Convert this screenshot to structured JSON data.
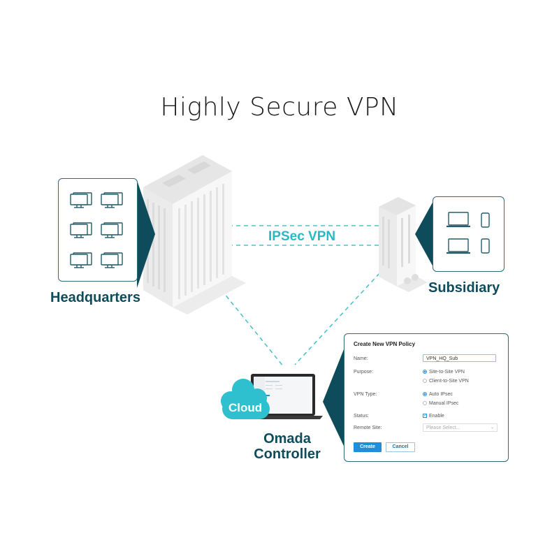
{
  "title": "Highly Secure VPN",
  "connection_label": "IPSec VPN",
  "sites": {
    "headquarters": {
      "label": "Headquarters",
      "devices": [
        "desktop",
        "desktop",
        "desktop",
        "desktop",
        "desktop",
        "desktop"
      ]
    },
    "subsidiary": {
      "label": "Subsidiary",
      "devices": [
        "laptop",
        "phone",
        "laptop",
        "phone"
      ]
    }
  },
  "controller": {
    "cloud_label": "Cloud",
    "label_line1": "Omada",
    "label_line2": "Controller"
  },
  "dialog": {
    "title": "Create New VPN Policy",
    "name_label": "Name:",
    "name_value": "VPN_HQ_Sub",
    "purpose_label": "Purpose:",
    "purpose_options": [
      "Site-to-Site VPN",
      "Client-to-Site VPN"
    ],
    "purpose_selected": "Site-to-Site VPN",
    "vpn_type_label": "VPN Type:",
    "vpn_type_options": [
      "Auto IPsec",
      "Manual IPsec"
    ],
    "vpn_type_selected": "Auto IPsec",
    "status_label": "Status:",
    "status_checkbox_label": "Enable",
    "status_checked": true,
    "remote_site_label": "Remote Site:",
    "remote_site_placeholder": "Please Select...",
    "create_label": "Create",
    "cancel_label": "Cancel"
  },
  "colors": {
    "dark_teal": "#0e4c5c",
    "accent_cyan": "#2ab7c6",
    "button_blue": "#1f8fdc"
  }
}
